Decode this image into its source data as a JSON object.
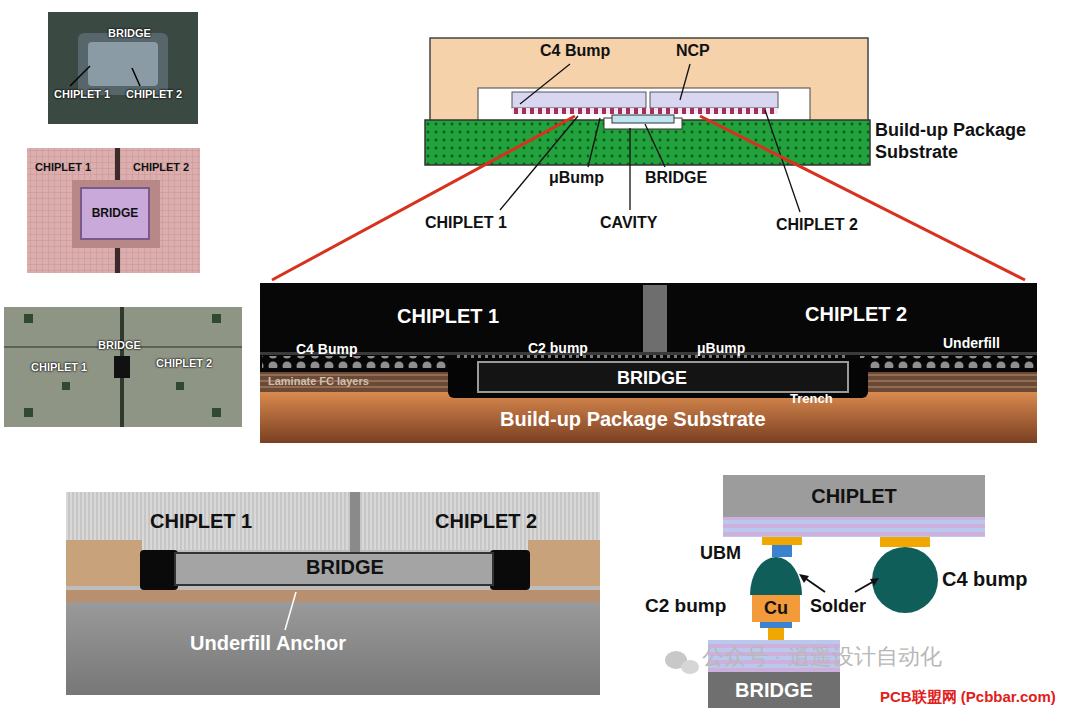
{
  "diagram": {
    "nodes": [
      {
        "text": [
          "BRIDGE",
          "CHIPLET 1",
          "CHIPLET 2"
        ]
      },
      {
        "text": [
          "CHIPLET 1",
          "CHIPLET 2"
        ]
      },
      {
        "text": [
          "BRIDGE"
        ],
        "in": 1
      },
      {
        "text": [
          "BRIDGE",
          "CHIPLET 1",
          "CHIPLET 2"
        ]
      },
      {
        "text": [
          "Build-up Package Substrate"
        ]
      },
      {
        "text": [
          "CHIPLET 1",
          "CHIPLET 2",
          "C4 Bump",
          "C2 bump",
          "μBump",
          "Underfill",
          "Laminate FC layers",
          "BRIDGE",
          "Trench",
          "Build-up Package Substrate"
        ]
      },
      {
        "text": [
          "CHIPLET 1",
          "CHIPLET 2",
          "BRIDGE",
          "Underfill Anchor"
        ]
      },
      {
        "text": [
          "CHIPLET"
        ]
      },
      {
        "text": [
          "Cu"
        ]
      },
      {
        "text": [
          "BRIDGE"
        ]
      }
    ],
    "labels": [
      "C4 Bump",
      "NCP",
      "μBump",
      "BRIDGE",
      "CHIPLET 1",
      "CAVITY",
      "CHIPLET 2",
      "UBM",
      "C2 bump",
      "Solder",
      "C4 bump",
      "公众号 · 逍遥设计自动化",
      "PCB联盟网 (Pcbbar.com)"
    ]
  }
}
